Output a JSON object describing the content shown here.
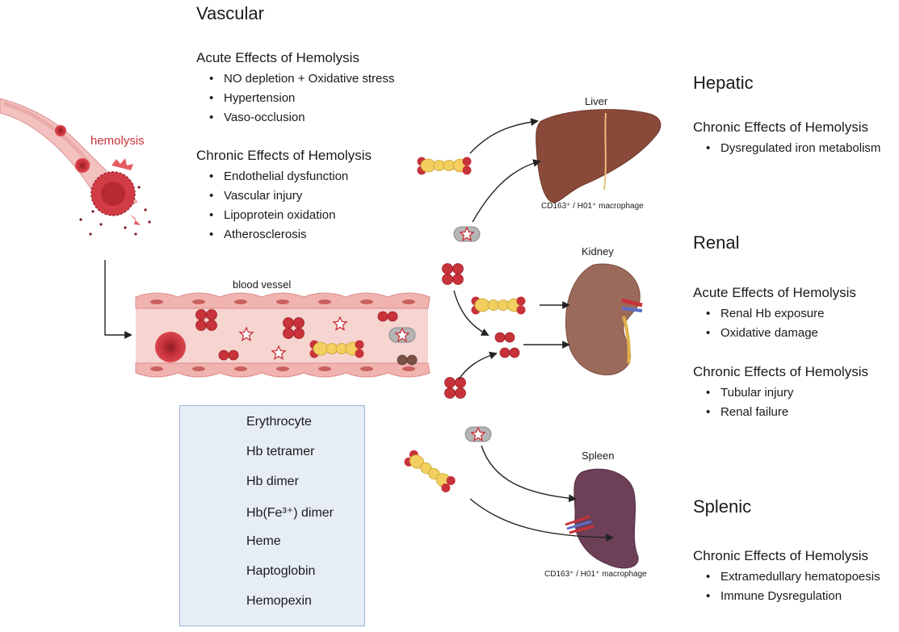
{
  "vascular": {
    "title": "Vascular",
    "acute_title": "Acute Effects of Hemolysis",
    "acute_items": [
      "NO depletion + Oxidative stress",
      "Hypertension",
      "Vaso-occlusion"
    ],
    "chronic_title": "Chronic Effects of Hemolysis",
    "chronic_items": [
      "Endothelial dysfunction",
      "Vascular injury",
      "Lipoprotein oxidation",
      "Atherosclerosis"
    ]
  },
  "hepatic": {
    "title": "Hepatic",
    "chronic_title": "Chronic Effects of Hemolysis",
    "chronic_items": [
      "Dysregulated iron metabolism"
    ]
  },
  "renal": {
    "title": "Renal",
    "acute_title": "Acute Effects of Hemolysis",
    "acute_items": [
      "Renal Hb exposure",
      "Oxidative damage"
    ],
    "chronic_title": "Chronic Effects of Hemolysis",
    "chronic_items": [
      "Tubular injury",
      "Renal failure"
    ]
  },
  "splenic": {
    "title": "Splenic",
    "chronic_title": "Chronic Effects of Hemolysis",
    "chronic_items": [
      "Extramedullary hematopoesis",
      "Immune Dysregulation"
    ]
  },
  "labels": {
    "hemolysis": "hemolysis",
    "blood_vessel": "blood vessel",
    "liver": "Liver",
    "kidney": "Kidney",
    "spleen": "Spleen",
    "liver_macrophage": "CD163⁺ / H01⁺ macrophage",
    "spleen_macrophage": "CD163⁺ / H01⁺ macrophage"
  },
  "legend": {
    "items": [
      "Erythrocyte",
      "Hb tetramer",
      "Hb dimer",
      "Hb(Fe³⁺) dimer",
      "Heme",
      "Haptoglobin",
      "Hemopexin"
    ]
  },
  "colors": {
    "hb_red": "#c8323a",
    "haptoglobin": "#f2cf5e",
    "hemopexin": "#b5b5b5",
    "met_dimer": "#7a5248",
    "liver": "#8a4a3a",
    "kidney": "#9c6a5a",
    "spleen": "#6e4058",
    "vessel": "#f6d4d0",
    "legend_bg": "#e6edf7"
  }
}
